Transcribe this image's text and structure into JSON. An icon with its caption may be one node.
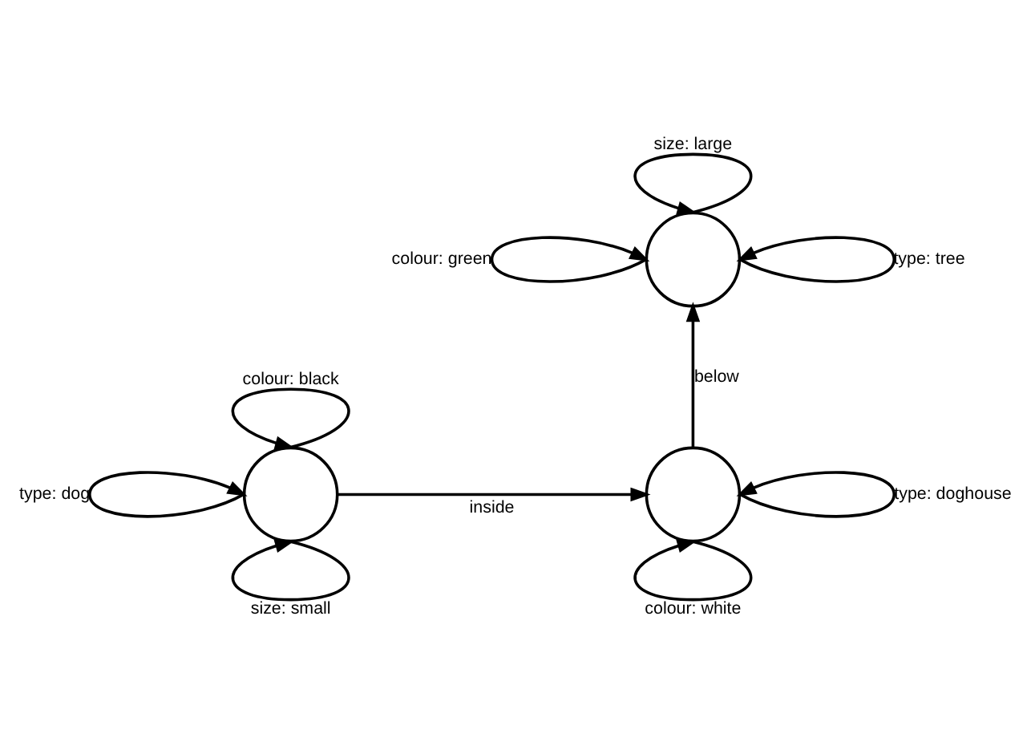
{
  "diagram": {
    "nodes": [
      {
        "text": [],
        "shape": "circle"
      },
      {
        "text": [],
        "shape": "circle"
      },
      {
        "text": [],
        "shape": "circle"
      }
    ],
    "edges": [
      {
        "from": 0,
        "to": 0,
        "arrow": "to",
        "label": "size: large"
      },
      {
        "from": 0,
        "to": 0,
        "arrow": "to",
        "label": "type: tree"
      },
      {
        "from": 0,
        "to": 0,
        "arrow": "to",
        "label": "colour: green"
      },
      {
        "from": 1,
        "to": 1,
        "arrow": "to",
        "label": "colour: black"
      },
      {
        "from": 1,
        "to": 1,
        "arrow": "to",
        "label": "type: dog"
      },
      {
        "from": 1,
        "to": 1,
        "arrow": "to",
        "label": "size: small"
      },
      {
        "from": 1,
        "to": 2,
        "arrow": "to",
        "label": "inside"
      },
      {
        "from": 2,
        "to": 0,
        "arrow": "to",
        "label": "below"
      },
      {
        "from": 2,
        "to": 2,
        "arrow": "to",
        "label": "type: doghouse"
      },
      {
        "from": 2,
        "to": 2,
        "arrow": "to",
        "label": "colour: white"
      }
    ]
  }
}
